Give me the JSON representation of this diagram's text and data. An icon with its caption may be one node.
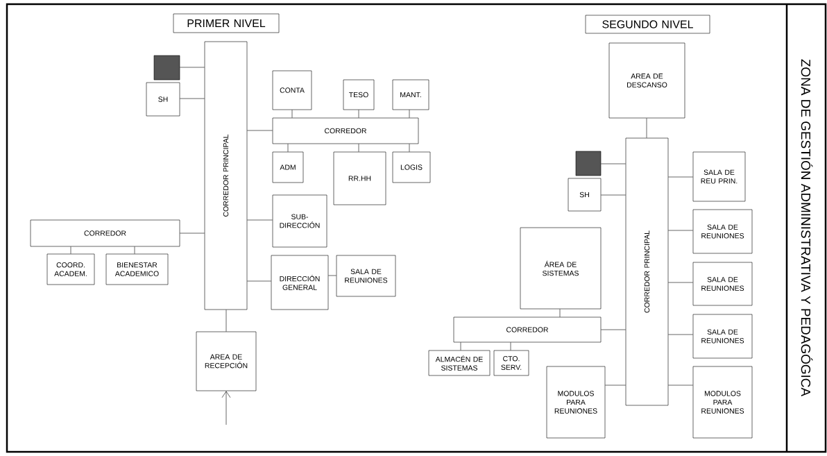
{
  "diagram": {
    "nodes": [
      {
        "text": [
          "PRIMER NIVEL"
        ]
      },
      {
        "text": [],
        "shape": "box"
      },
      {
        "text": [
          "SH"
        ]
      },
      {
        "text": [
          "CORREDOR PRINCIPAL"
        ]
      },
      {
        "text": [
          "CONTA"
        ]
      },
      {
        "text": [
          "TESO"
        ]
      },
      {
        "text": [
          "MANT."
        ]
      },
      {
        "text": [
          "CORREDOR"
        ]
      },
      {
        "text": [
          "ADM"
        ]
      },
      {
        "text": [
          "RR.HH"
        ]
      },
      {
        "text": [
          "LOGIS"
        ]
      },
      {
        "text": [
          "SUB-DIRECCIÓN"
        ]
      },
      {
        "text": [
          "CORREDOR"
        ]
      },
      {
        "text": [
          "COORD. ACADEM."
        ]
      },
      {
        "text": [
          "BIENESTAR ACADEMICO"
        ]
      },
      {
        "text": [
          "DIRECCIÓN GENERAL"
        ]
      },
      {
        "text": [
          "SALA DE REUNIONES"
        ]
      },
      {
        "text": [
          "AREA DE RECEPCIÓN"
        ]
      },
      {
        "text": [
          "SEGUNDO NIVEL"
        ]
      },
      {
        "text": [
          "AREA DE DESCANSO"
        ]
      },
      {
        "text": [],
        "shape": "box"
      },
      {
        "text": [
          "SH"
        ]
      },
      {
        "text": [
          "CORREDOR PRINCIPAL"
        ]
      },
      {
        "text": [
          "SALA DE REU PRIN."
        ]
      },
      {
        "text": [
          "SALA DE REUNIONES"
        ]
      },
      {
        "text": [
          "SALA DE REUNIONES"
        ]
      },
      {
        "text": [
          "SALA DE REUNIONES"
        ]
      },
      {
        "text": [
          "ÁREA DE SISTEMAS"
        ]
      },
      {
        "text": [
          "CORREDOR"
        ]
      },
      {
        "text": [
          "ALMACÉN DE SISTEMAS"
        ]
      },
      {
        "text": [
          "CTO. SERV."
        ]
      },
      {
        "text": [
          "MODULOS PARA REUNIONES"
        ]
      },
      {
        "text": [
          "MODULOS PARA REUNIONES"
        ]
      }
    ],
    "edges": [
      {
        "from": 1,
        "to": 3,
        "arrow": "none"
      },
      {
        "from": 2,
        "to": 3,
        "arrow": "none"
      },
      {
        "from": 3,
        "to": 7,
        "arrow": "none"
      },
      {
        "from": 7,
        "to": 4,
        "arrow": "none"
      },
      {
        "from": 7,
        "to": 5,
        "arrow": "none"
      },
      {
        "from": 7,
        "to": 6,
        "arrow": "none"
      },
      {
        "from": 7,
        "to": 8,
        "arrow": "none"
      },
      {
        "from": 7,
        "to": 9,
        "arrow": "none"
      },
      {
        "from": 7,
        "to": 10,
        "arrow": "none"
      },
      {
        "from": 3,
        "to": 11,
        "arrow": "none"
      },
      {
        "from": 12,
        "to": 3,
        "arrow": "none"
      },
      {
        "from": 12,
        "to": 13,
        "arrow": "none"
      },
      {
        "from": 12,
        "to": 14,
        "arrow": "none"
      },
      {
        "from": 3,
        "to": 15,
        "arrow": "none"
      },
      {
        "from": 15,
        "to": 16,
        "arrow": "none"
      },
      {
        "from": 3,
        "to": 17,
        "arrow": "none"
      },
      {
        "from": null,
        "to": 17,
        "arrow": "to"
      },
      {
        "from": 19,
        "to": 22,
        "arrow": "none"
      },
      {
        "from": 20,
        "to": 22,
        "arrow": "none"
      },
      {
        "from": 21,
        "to": 22,
        "arrow": "none"
      },
      {
        "from": 22,
        "to": 23,
        "arrow": "none"
      },
      {
        "from": 22,
        "to": 24,
        "arrow": "none"
      },
      {
        "from": 22,
        "to": 25,
        "arrow": "none"
      },
      {
        "from": 22,
        "to": 26,
        "arrow": "none"
      },
      {
        "from": 28,
        "to": 22,
        "arrow": "none"
      },
      {
        "from": 27,
        "to": 28,
        "arrow": "none"
      },
      {
        "from": 28,
        "to": 29,
        "arrow": "none"
      },
      {
        "from": 28,
        "to": 30,
        "arrow": "none"
      },
      {
        "from": 31,
        "to": 22,
        "arrow": "none"
      },
      {
        "from": 22,
        "to": 32,
        "arrow": "none"
      }
    ],
    "labels": [
      "ZONA DE GESTIÓN ADMINISTRATIVA Y PEDAGÓGICA"
    ]
  }
}
